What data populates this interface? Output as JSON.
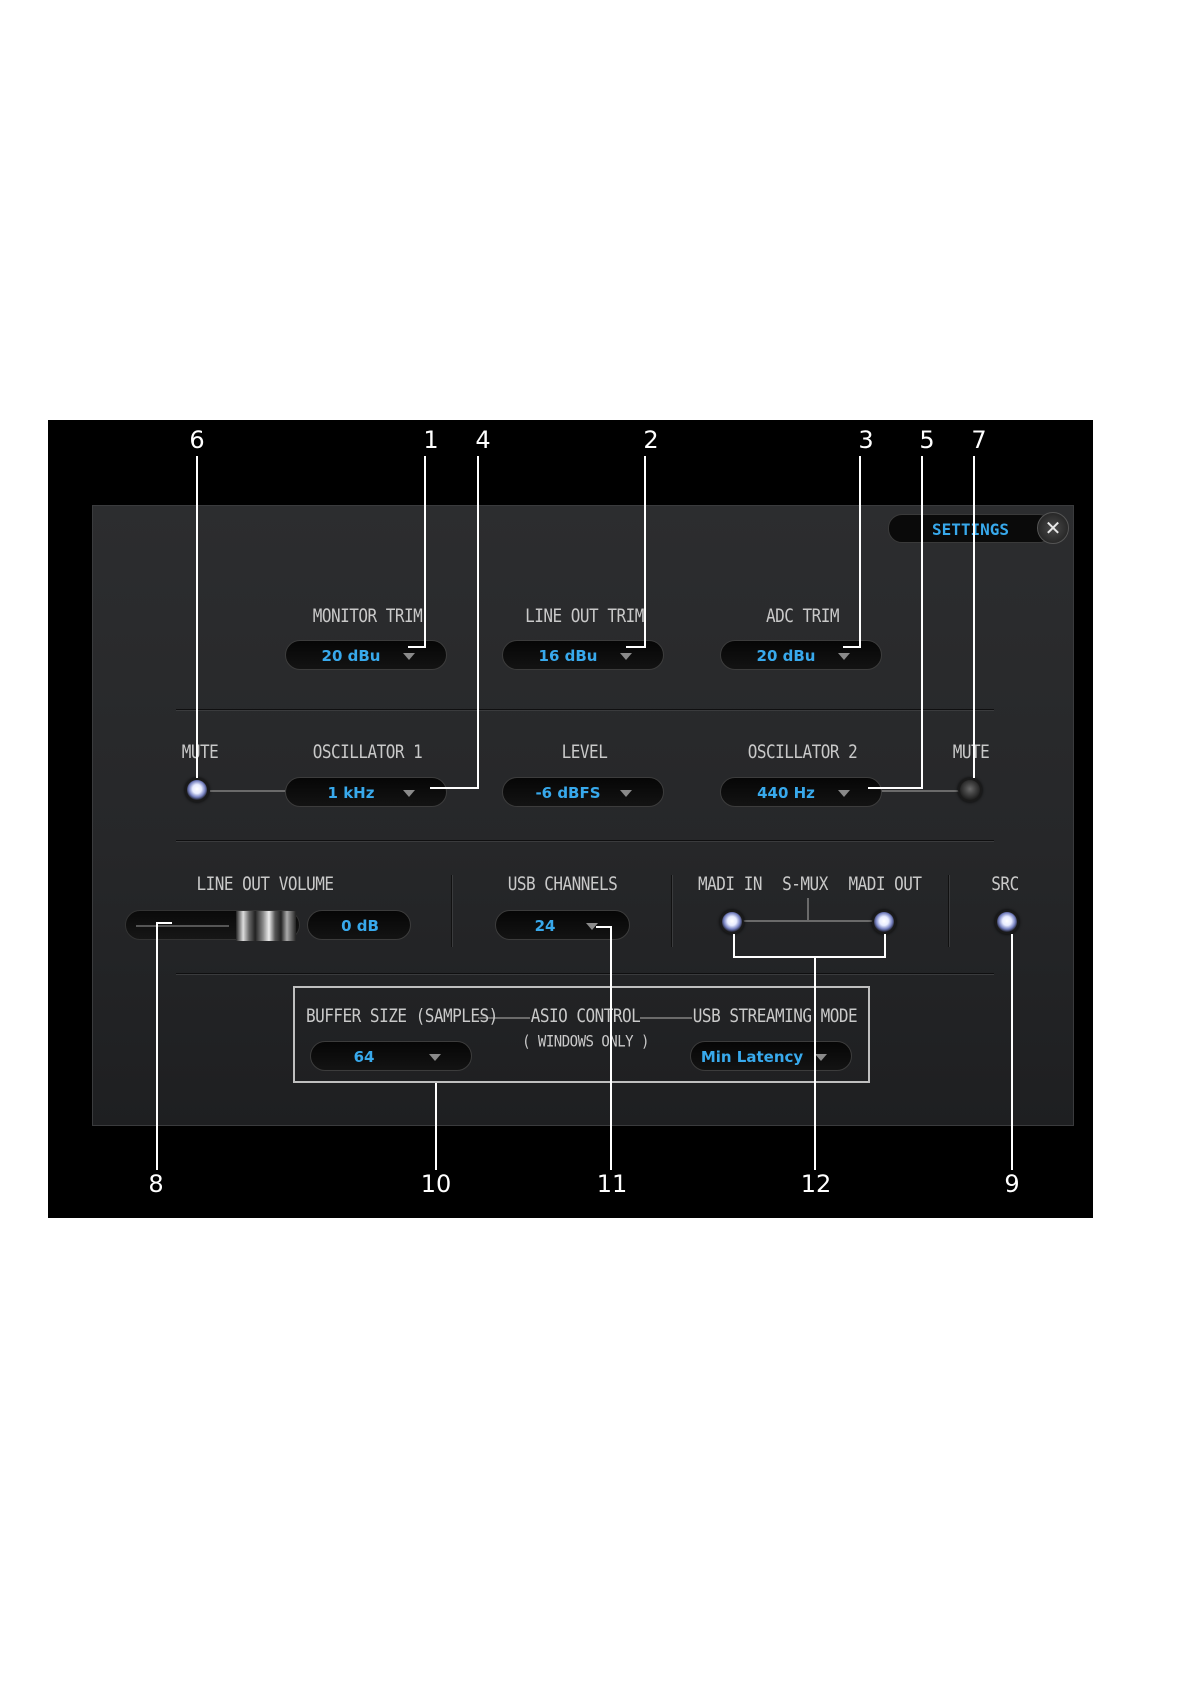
{
  "callouts": {
    "n1": "1",
    "n2": "2",
    "n3": "3",
    "n4": "4",
    "n5": "5",
    "n6": "6",
    "n7": "7",
    "n8": "8",
    "n9": "9",
    "n10": "10",
    "n11": "11",
    "n12": "12"
  },
  "settings_tab": {
    "label": "SETTINGS",
    "close": "✕"
  },
  "trims": {
    "monitor": {
      "label": "MONITOR TRIM",
      "value": "20 dBu"
    },
    "line_out": {
      "label": "LINE OUT TRIM",
      "value": "16 dBu"
    },
    "adc": {
      "label": "ADC TRIM",
      "value": "20 dBu"
    }
  },
  "oscillators": {
    "mute_left_label": "MUTE",
    "osc1": {
      "label": "OSCILLATOR 1",
      "value": "1 kHz"
    },
    "level": {
      "label": "LEVEL",
      "value": "-6 dBFS"
    },
    "osc2": {
      "label": "OSCILLATOR 2",
      "value": "440 Hz"
    },
    "mute_right_label": "MUTE"
  },
  "outputs": {
    "line_out_volume": {
      "label": "LINE OUT VOLUME",
      "value": "0 dB"
    },
    "usb_channels": {
      "label": "USB CHANNELS",
      "value": "24"
    },
    "madi_in_label": "MADI IN",
    "smux_label": "S-MUX",
    "madi_out_label": "MADI OUT",
    "src_label": "SRC"
  },
  "asio": {
    "buffer_label": "BUFFER SIZE (SAMPLES)",
    "buffer_value": "64",
    "control_label": "ASIO CONTROL",
    "control_sub": "( WINDOWS ONLY )",
    "mode_label": "USB STREAMING MODE",
    "mode_value": "Min Latency"
  },
  "colors": {
    "accent": "#38a9ec",
    "frame": "#000000",
    "panel": "#2a2b2d"
  }
}
